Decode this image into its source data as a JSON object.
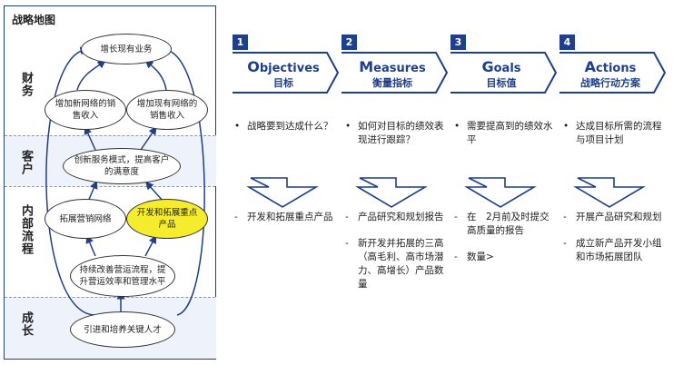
{
  "map": {
    "title": "战略地图",
    "sections": [
      "财务",
      "客户",
      "内部流程",
      "成长"
    ],
    "nodes": {
      "grow_business": "增长现有业务",
      "new_network": "增加新网络的销售收入",
      "existing_network": "增加现有网络的销售收入",
      "service_model": "创新服务模式，提高客户的满意度",
      "expand_network": "拓展营销网络",
      "key_products": "开发和拓展重点产品",
      "improve_process": "持续改善营运流程，提升营运效率和管理水平",
      "talent": "引进和培养关键人才"
    }
  },
  "steps": [
    {
      "num": "1",
      "cap": "O",
      "en_rest": "bjectives",
      "cn": "目标",
      "top": [
        "战略要到达成什么？"
      ],
      "bottom": [
        "开发和拓展重点产品"
      ]
    },
    {
      "num": "2",
      "cap": "M",
      "en_rest": "easures",
      "cn": "衡量指标",
      "top": [
        "如何对目标的绩效表现进行跟踪？"
      ],
      "bottom": [
        "产品研究和规划报告",
        "新开发并拓展的三高（高毛利、高市场潜力、高增长）产品数量"
      ]
    },
    {
      "num": "3",
      "cap": "G",
      "en_rest": "oals",
      "cn": "目标值",
      "top": [
        "需要提高到的绩效水平"
      ],
      "bottom": [
        "在　2月前及时提交高质量的报告",
        "数量>"
      ]
    },
    {
      "num": "4",
      "cap": "A",
      "en_rest": "ctions",
      "cn": "战略行动方案",
      "top": [
        "达成目标所需的流程与项目计划"
      ],
      "bottom": [
        "开展产品研究和规划",
        "成立新产品开发小组和市场拓展团队"
      ]
    }
  ],
  "colors": {
    "accent": "#1f3f8a",
    "highlight": "#f4ec2c"
  }
}
